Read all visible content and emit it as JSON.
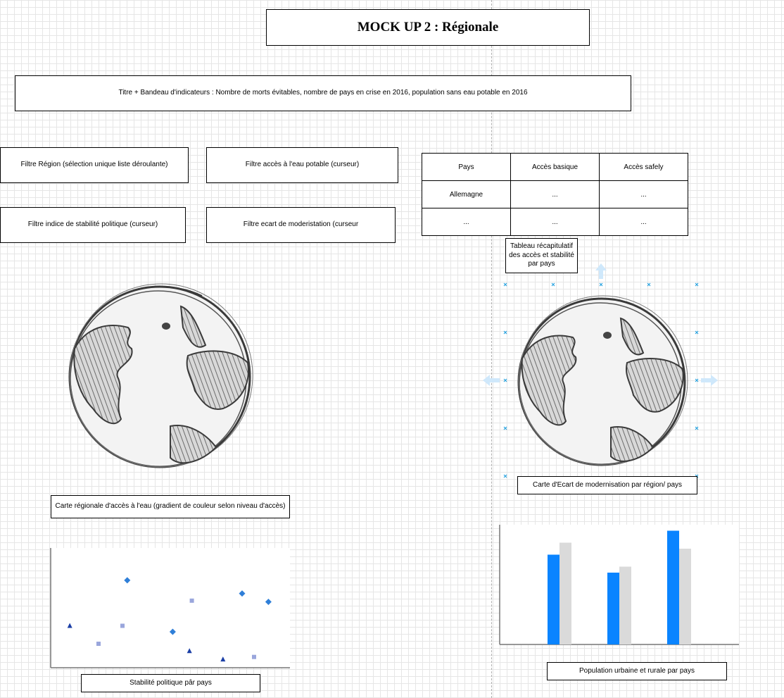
{
  "title": "MOCK UP 2 : Régionale",
  "banner": "Titre + Bandeau d'indicateurs : Nombre de morts évitables, nombre de pays en crise en 2016, population sans eau potable en 2016",
  "filters": {
    "region": "Filtre Région (sélection unique liste déroulante)",
    "water_access": "Filtre accès à l'eau potable (curseur)",
    "stability": "Filtre indice de stabilité politique (curseur)",
    "modernisation_gap": "Filtre ecart de moderistation (curseur"
  },
  "table": {
    "headers": [
      "Pays",
      "Accès basique",
      "Accès safely"
    ],
    "rows": [
      [
        "Allemagne",
        "...",
        "..."
      ],
      [
        "...",
        "...",
        "..."
      ]
    ],
    "caption": "Tableau récapitulatif des accès et stabilité par pays"
  },
  "maps": {
    "regional_caption": "Carte régionale d'accès à l'eau (gradient de couleur selon niveau d'accès)",
    "gap_caption": "Carte d'Ecart de modernisation par région/ pays"
  },
  "scatter_caption": "Stabilité politique pâr pays",
  "bar_caption": "Population urbaine et rurale par pays",
  "chart_data": [
    {
      "type": "scatter",
      "title": "Stabilité politique pâr pays",
      "xlim": [
        0,
        10
      ],
      "ylim": [
        0,
        10
      ],
      "colors": [
        "#1b3fa6",
        "#9aa6dc",
        "#2f7fd8"
      ],
      "series": [
        {
          "marker": "triangle",
          "color": "#1b3fa6",
          "points": [
            [
              0.8,
              3.5
            ],
            [
              5.8,
              1.4
            ],
            [
              7.2,
              0.7
            ]
          ]
        },
        {
          "marker": "square",
          "color": "#9aa6dc",
          "points": [
            [
              2.0,
              2.0
            ],
            [
              3.0,
              3.5
            ],
            [
              5.9,
              5.6
            ],
            [
              8.5,
              0.9
            ]
          ]
        },
        {
          "marker": "diamond",
          "color": "#2f7fd8",
          "points": [
            [
              3.2,
              7.3
            ],
            [
              5.1,
              3.0
            ],
            [
              8.0,
              6.2
            ],
            [
              9.1,
              5.5
            ]
          ]
        }
      ]
    },
    {
      "type": "bar",
      "title": "Population urbaine et rurale par pays",
      "categories": [
        "",
        "",
        ""
      ],
      "ylim": [
        0,
        100
      ],
      "colors": [
        "#0a84ff",
        "#dadada"
      ],
      "series": [
        {
          "values": [
            75,
            60,
            95
          ]
        },
        {
          "values": [
            85,
            65,
            80
          ]
        }
      ]
    }
  ]
}
